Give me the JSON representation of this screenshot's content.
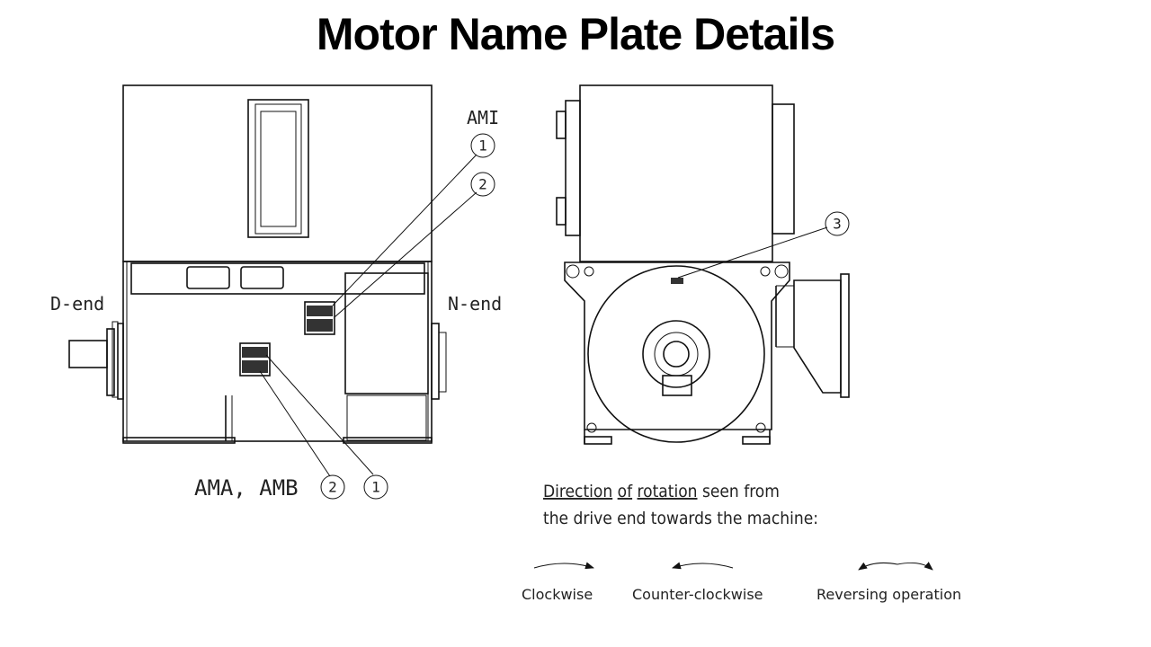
{
  "title": "Motor Name Plate Details",
  "labels": {
    "ami": "AMI",
    "d_end": "D-end",
    "n_end": "N-end",
    "ama_amb": "AMA, AMB"
  },
  "callouts": {
    "one": "1",
    "two": "2",
    "three": "3"
  },
  "rotation": {
    "line1_underlined_a": "Direction",
    "line1_underlined_b": "of",
    "line1_underlined_c": "rotation",
    "line1_rest_a": "seen",
    "line1_rest_b": "from",
    "line2": "the drive end towards the machine:",
    "clockwise": "Clockwise",
    "counter_clockwise": "Counter-clockwise",
    "reversing": "Reversing operation"
  }
}
